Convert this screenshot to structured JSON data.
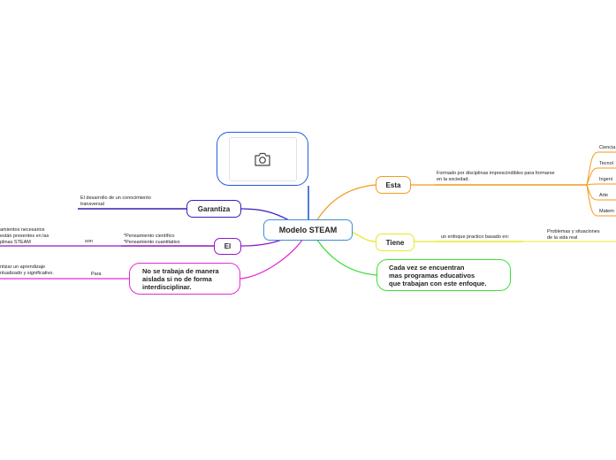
{
  "central": {
    "label": "Modelo STEAM"
  },
  "image_node": {
    "icon": "camera-icon"
  },
  "right": {
    "esta": {
      "label": "Esta",
      "description": "Formado por disciplinas imprescindibles para formarse\nen la sociedad.",
      "items": [
        "Ciencia",
        "Tecnol",
        "Ingeni",
        "Arte",
        "Matem"
      ]
    },
    "tiene": {
      "label": "Tiene",
      "description": "un enfoque practico basado en:",
      "detail": "Problemas y situaciones\nde la vida real"
    },
    "cada_vez": {
      "label": "Cada vez se encuentran\nmas programas educativos\nque trabajan con este enfoque."
    }
  },
  "left": {
    "garantiza": {
      "label": "Garantiza",
      "text": "El desarrollo de un conocimiento\ntransversal"
    },
    "el": {
      "label": "El",
      "text": "*Pensamiento científico\n*Pensamiento cuantitativo",
      "connector": "son",
      "far_text": "amientos necesarios\nestán presentes en las\nplinas STEAM"
    },
    "no_se": {
      "label": "No se trabaja de manera\naislada si no de forma\ninterdisciplinar.",
      "connector": "Para",
      "far_text": "ntizar un aprendizaje\nntualizado y significativo."
    }
  }
}
